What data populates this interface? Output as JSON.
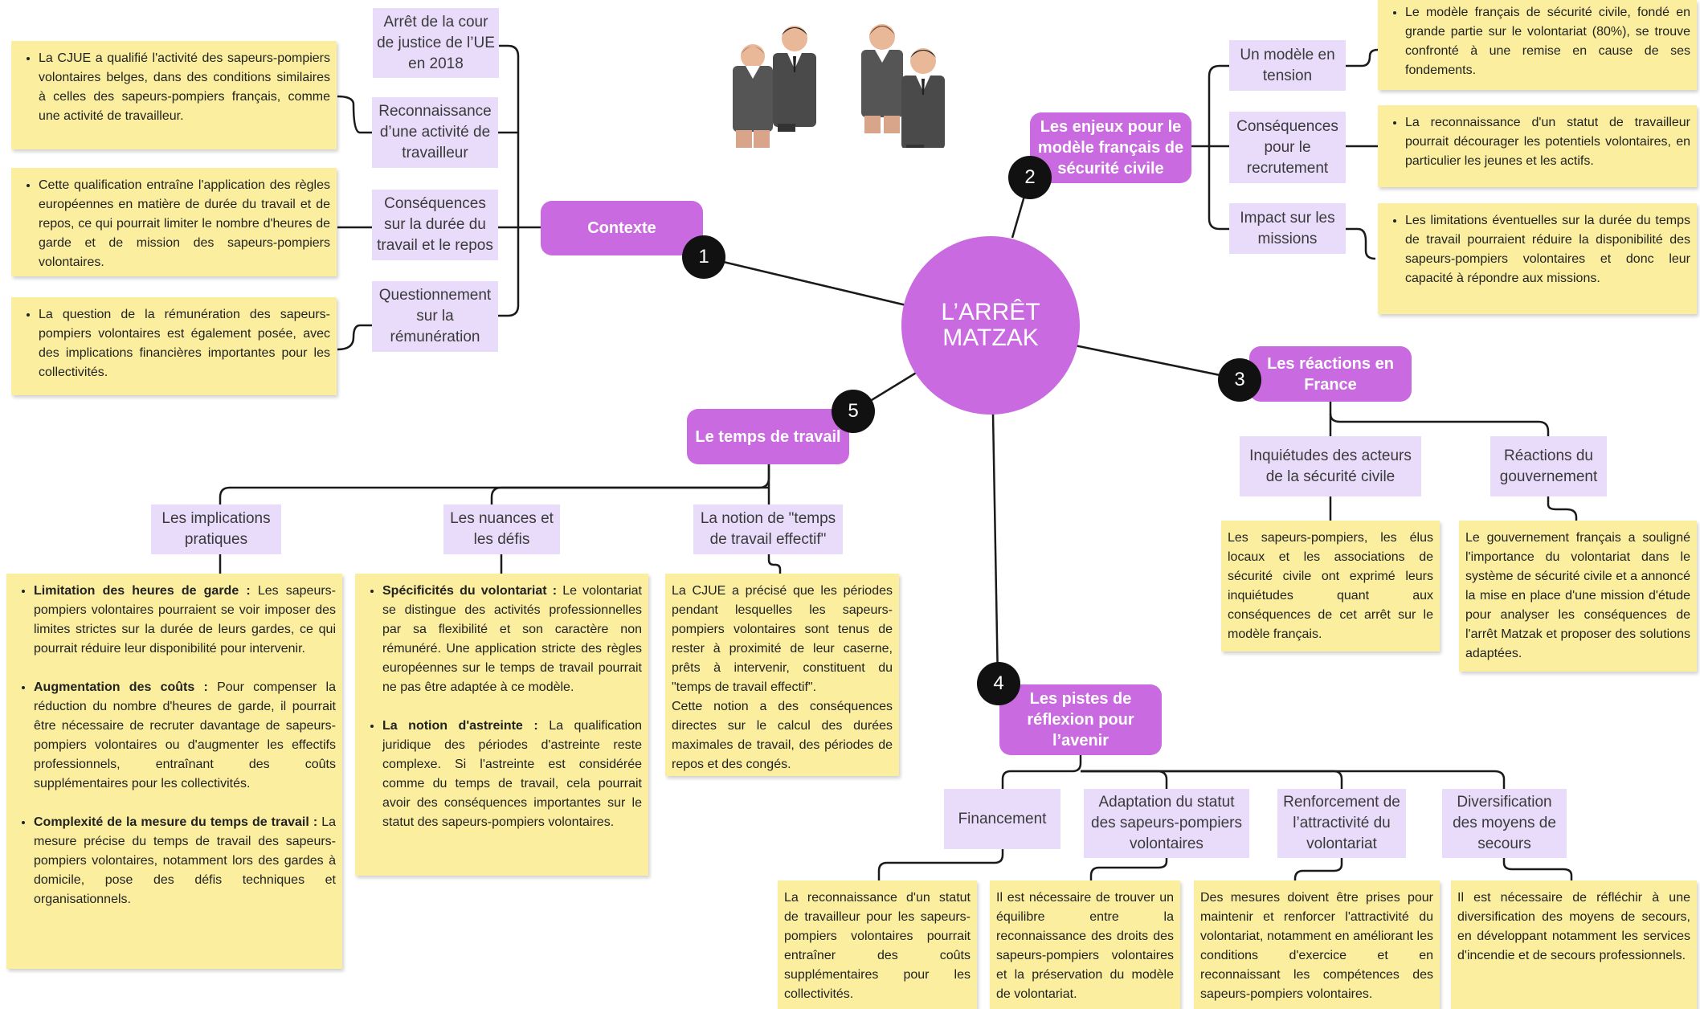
{
  "center": {
    "title": "L’ARRÊT\nMATZAK"
  },
  "badge_numbers": [
    "1",
    "2",
    "3",
    "4",
    "5"
  ],
  "topics": {
    "contexte": "Contexte",
    "enjeux": "Les enjeux pour le\nmodèle français de\nsécurité civile",
    "reactions": "Les réactions en\nFrance",
    "pistes": "Les pistes de\nréflexion pour\nl’avenir",
    "temps": "Le temps de travail"
  },
  "subtopics": {
    "arret_cour": "Arrêt de la cour\nde justice de l’UE\nen 2018",
    "reconnaissance": "Reconnaissance\nd’une activité de\ntravailleur",
    "consequences_duree": "Conséquences\nsur la durée du\ntravail et le repos",
    "questionnement": "Questionnement\nsur la\nrémunération",
    "modele_tension": "Un modèle en\ntension",
    "consequences_recrutement": "Conséquences\npour le\nrecrutement",
    "impact_missions": "Impact sur les\nmissions",
    "inquietudes": "Inquiétudes des acteurs\nde la sécurité civile",
    "reactions_gouv": "Réactions du\ngouvernement",
    "financement": "Financement",
    "adaptation": "Adaptation du statut\ndes sapeurs-pompiers\nvolontaires",
    "renforcement": "Renforcement de\nl’attractivité du\nvolontariat",
    "diversification": "Diversification\ndes moyens de\nsecours",
    "implications": "Les implications\npratiques",
    "nuances": "Les nuances et\nles défis",
    "notion": "La notion de \"temps\nde travail effectif\""
  },
  "notes": {
    "cjue_qualifie": "La CJUE a qualifié l'activité des sapeurs-pompiers volontaires belges, dans des conditions similaires à celles des sapeurs-pompiers français, comme une activité de travailleur.",
    "qualification": "Cette qualification entraîne l'application des règles européennes en matière de durée du travail et de repos, ce qui pourrait limiter le nombre d'heures de garde et de mission des sapeurs-pompiers volontaires.",
    "remuneration": "La question de la rémunération des sapeurs-pompiers volontaires est également posée, avec des implications financières importantes pour les collectivités.",
    "modele": "Le modèle français de sécurité civile, fondé en grande partie sur le volontariat (80%), se trouve confronté à une remise en cause de ses fondements.",
    "statut": "La reconnaissance d'un statut de travailleur pourrait décourager les potentiels volontaires, en particulier les jeunes et les actifs.",
    "limitations": "Les limitations éventuelles sur la durée du temps de travail pourraient réduire la disponibilité des sapeurs-pompiers volontaires et donc leur capacité à répondre aux missions.",
    "inquietudes": "Les sapeurs-pompiers, les élus locaux et les associations de sécurité civile ont exprimé leurs inquiétudes quant aux conséquences de cet arrêt sur le modèle français.",
    "gouvernement": "Le gouvernement français a souligné l'importance du volontariat dans le système de sécurité civile et a annoncé la mise en place d'une mission d'étude pour analyser les conséquences de l'arrêt Matzak et proposer des solutions adaptées.",
    "financement": "La reconnaissance d'un statut de travailleur pour les sapeurs-pompiers volontaires pourrait entraîner des coûts supplémentaires pour les collectivités.",
    "equilibre": "Il est nécessaire de trouver un équilibre entre la reconnaissance des droits des sapeurs-pompiers volontaires et la préservation du modèle de volontariat.",
    "mesures": "Des mesures doivent être prises pour maintenir et renforcer l'attractivité du volontariat, notamment en améliorant les conditions d'exercice et en reconnaissant les compétences des sapeurs-pompiers volontaires.",
    "diversification": "Il est nécessaire de réfléchir à une diversification des moyens de secours, en développant notamment les services d'incendie et de secours professionnels.",
    "cjue_precise": "La CJUE a précisé que les périodes pendant lesquelles les sapeurs-pompiers volontaires sont tenus de rester à proximité de leur caserne, prêts à intervenir, constituent du \"temps de travail effectif\".\nCette notion a des conséquences directes sur le calcul des durées maximales de travail, des périodes de repos et des congés.",
    "implications": [
      {
        "bold": "Limitation des heures de garde :",
        "text": " Les sapeurs-pompiers volontaires pourraient se voir imposer des limites strictes sur la durée de leurs gardes, ce qui pourrait réduire leur disponibilité pour intervenir."
      },
      {
        "bold": "Augmentation des coûts :",
        "text": " Pour compenser la réduction du nombre d'heures de garde, il pourrait être nécessaire de recruter davantage de sapeurs-pompiers volontaires ou d'augmenter les effectifs professionnels, entraînant des coûts supplémentaires pour les collectivités."
      },
      {
        "bold": "Complexité de la mesure du temps de travail :",
        "text": " La mesure précise du temps de travail des sapeurs-pompiers volontaires, notamment lors des gardes à domicile, pose des défis techniques et organisationnels."
      }
    ],
    "nuances": [
      {
        "bold": "Spécificités du volontariat :",
        "text": " Le volontariat se distingue des activités professionnelles par sa flexibilité et son caractère non rémunéré. Une application stricte des règles européennes sur le temps de travail pourrait ne pas être adaptée à ce modèle."
      },
      {
        "bold": "La notion d'astreinte :",
        "text": " La qualification juridique des périodes d'astreinte reste complexe. Si l'astreinte est considérée comme du temps de travail, cela pourrait avoir des conséquences importantes sur le statut des sapeurs-pompiers volontaires."
      }
    ]
  },
  "colors": {
    "topic_purple": "#c96ae0",
    "subtopic_lavender": "#e9dcfb",
    "note_yellow": "#fbef9f",
    "badge_black": "#111111",
    "line": "#1a1a1a"
  },
  "icons": [
    "business-people-pair-icon",
    "business-people-pair-icon"
  ]
}
